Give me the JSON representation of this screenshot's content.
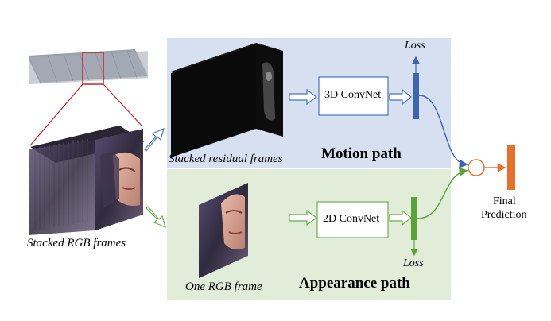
{
  "labels": {
    "stacked_rgb": "Stacked RGB frames",
    "stacked_residual": "Stacked residual frames",
    "one_rgb": "One RGB frame",
    "motion_path": "Motion path",
    "appearance_path": "Appearance path",
    "conv3d": "3D ConvNet",
    "conv2d": "2D ConvNet",
    "loss_top": "Loss",
    "loss_bottom": "Loss",
    "plus": "+",
    "final_line1": "Final",
    "final_line2": "Prediction"
  },
  "colors": {
    "motion_panel": "#d6e0f0",
    "appearance_panel": "#e1ecd9",
    "motion_bar": "#3d64b0",
    "appearance_bar": "#5aa33a",
    "final_bar": "#e8702a",
    "arrow_blue": "#4a72c0",
    "arrow_green": "#6ab04c",
    "highlight_red": "#cc2222"
  }
}
